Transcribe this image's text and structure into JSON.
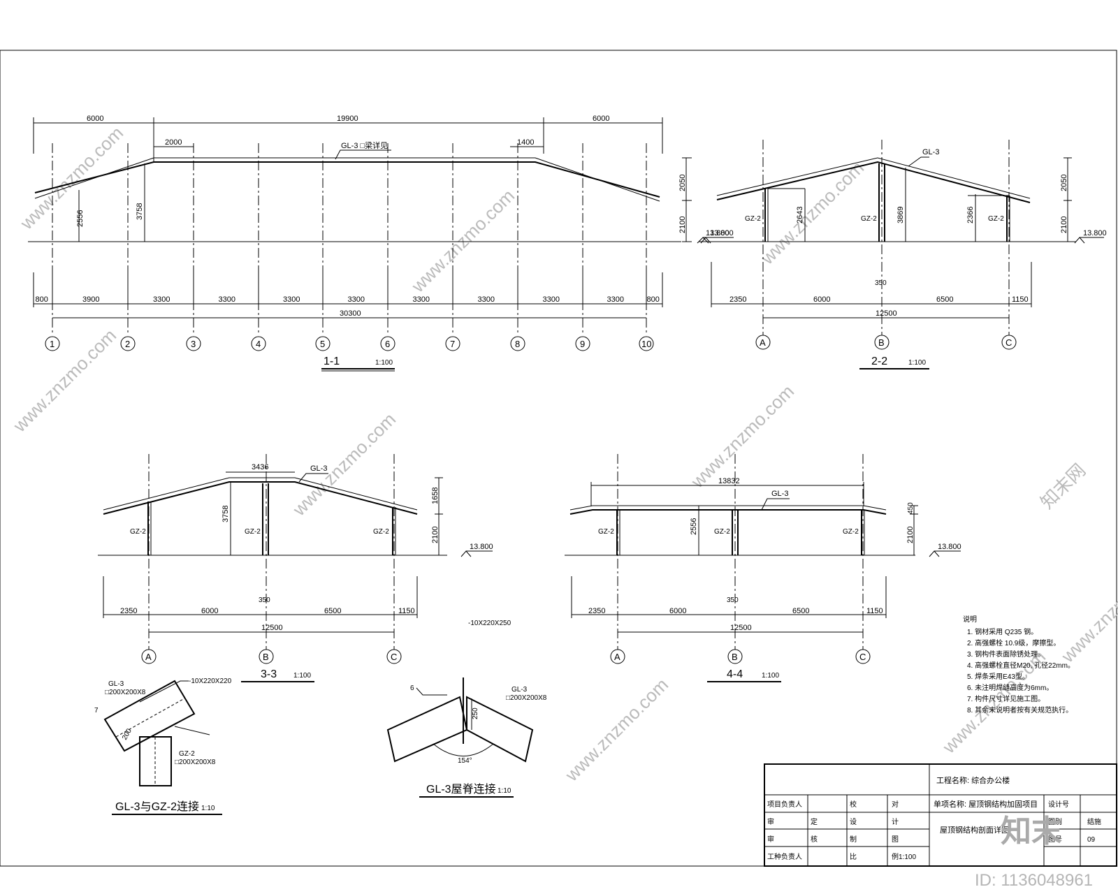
{
  "watermark": {
    "site": "www.znzmo.com",
    "brand": "知末网",
    "logo_text": "知末",
    "id_label": "ID: 1136048961"
  },
  "section_1_1": {
    "title": "1-1",
    "scale": "1:100",
    "top_dims": [
      "6000",
      "19900",
      "6000"
    ],
    "sub_dims": [
      "2000",
      "1400"
    ],
    "beam_label": "GL-3 □梁详见",
    "vert_dims": [
      "2556",
      "3758",
      "2050",
      "2100"
    ],
    "level": "13.800",
    "bottom_dims": [
      "800",
      "3900",
      "3300",
      "3300",
      "3300",
      "3300",
      "3300",
      "3300",
      "3300",
      "3300",
      "800"
    ],
    "total": "30300",
    "axes": [
      "1",
      "2",
      "3",
      "4",
      "5",
      "6",
      "7",
      "8",
      "9",
      "10"
    ]
  },
  "section_2_2": {
    "title": "2-2",
    "scale": "1:100",
    "beam_label": "GL-3",
    "col_labels": [
      "GZ-2",
      "GZ-2",
      "GZ-2"
    ],
    "vert_dims": [
      "2643",
      "3869",
      "2366",
      "2050",
      "2100"
    ],
    "level_left": "13.800",
    "level_right": "13.800",
    "mid_dim": "350",
    "bottom_dims": [
      "2350",
      "6000",
      "6500",
      "1150"
    ],
    "total": "12500",
    "axes": [
      "A",
      "B",
      "C"
    ]
  },
  "section_3_3": {
    "title": "3-3",
    "scale": "1:100",
    "top_dim": "3436",
    "beam_label": "GL-3",
    "col_labels": [
      "GZ-2",
      "GZ-2",
      "GZ-2"
    ],
    "vert_dims": [
      "3758",
      "1658",
      "2100"
    ],
    "level": "13.800",
    "mid_dim": "350",
    "bottom_dims": [
      "2350",
      "6000",
      "6500",
      "1150"
    ],
    "total": "12500",
    "axes": [
      "A",
      "B",
      "C"
    ],
    "plate_note": "-10X220X250"
  },
  "section_4_4": {
    "title": "4-4",
    "scale": "1:100",
    "top_dim": "13832",
    "beam_label": "GL-3",
    "col_labels": [
      "GZ-2",
      "GZ-2",
      "GZ-2"
    ],
    "vert_dims": [
      "2556",
      "450",
      "2100"
    ],
    "level": "13.800",
    "mid_dim": "350",
    "bottom_dims": [
      "2350",
      "6000",
      "6500",
      "1150"
    ],
    "total": "12500",
    "axes": [
      "A",
      "B",
      "C"
    ]
  },
  "detail_1": {
    "title": "GL-3与GZ-2连接",
    "scale": "1:10",
    "beam": "GL-3",
    "beam_size": "□200X200X8",
    "plate": "-10X220X220",
    "col": "GZ-2",
    "col_size": "□200X200X8",
    "weld": "7",
    "dim": "200"
  },
  "detail_2": {
    "title": "GL-3屋脊连接",
    "scale": "1:10",
    "beam": "GL-3",
    "beam_size": "□200X200X8",
    "weld": "6",
    "dim": "250",
    "angle": "154°"
  },
  "notes": {
    "heading": "说明",
    "items": [
      "1. 钢材采用 Q235 钢。",
      "2. 高强螺栓 10.9级，摩擦型。",
      "3. 钢构件表面除锈处理。",
      "4. 高强螺栓直径M20, 孔径22mm。",
      "5. 焊条采用E43型。",
      "6. 未注明焊缝高度为6mm。",
      "7. 构件尺寸详见施工图。",
      "8. 其余未说明者按有关规范执行。"
    ]
  },
  "title_block": {
    "project_name": "工程名称: 综合办公楼",
    "sub_project": "单项名称: 屋顶钢结构加固项目",
    "drawing_name": "屋顶钢结构剖面详图",
    "rows": [
      [
        "项目负责人",
        "",
        "校",
        "对"
      ],
      [
        "审",
        "定",
        "设",
        "计"
      ],
      [
        "审",
        "核",
        "制",
        "图"
      ],
      [
        "工种负责人",
        "",
        "比",
        "例1:100"
      ]
    ],
    "right_labels": [
      "设计号",
      "图别",
      "图号"
    ],
    "right_values": [
      "",
      "结施",
      "09"
    ]
  }
}
